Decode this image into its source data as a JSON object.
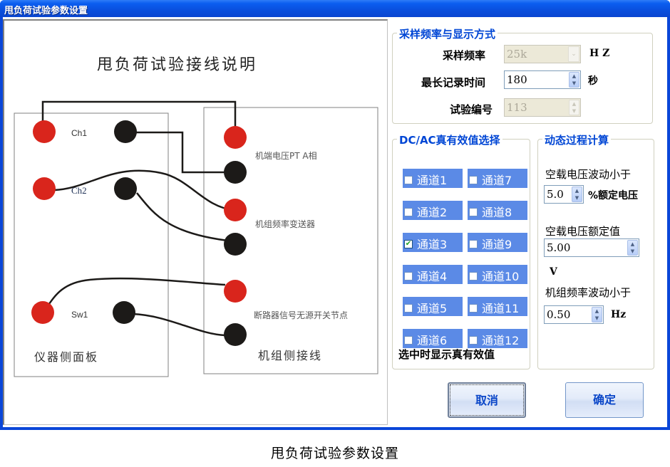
{
  "window": {
    "title": "甩负荷试验参数设置"
  },
  "diagram": {
    "title": "甩负荷试验接线说明",
    "instrument_panel_label": "仪器侧面板",
    "unit_side_label": "机组侧接线",
    "channel_labels": [
      "Ch1",
      "Ch2",
      "Sw1"
    ],
    "terminal_labels": [
      "机端电压PT A相",
      "机组频率变送器",
      "断路器信号无源开关节点"
    ],
    "colors": {
      "positive_terminal": "#d9251c",
      "negative_terminal": "#1c1a18"
    }
  },
  "sampling": {
    "group_title": "采样频率与显示方式",
    "rate_label": "采样频率",
    "rate_value": "25k",
    "rate_unit": "H Z",
    "max_time_label": "最长记录时间",
    "max_time_value": "180",
    "max_time_unit": "秒",
    "test_no_label": "试验编号",
    "test_no_value": "113"
  },
  "rms": {
    "group_title": "DC/AC真有效值选择",
    "channels": [
      {
        "label": "通道1",
        "checked": false
      },
      {
        "label": "通道2",
        "checked": false
      },
      {
        "label": "通道3",
        "checked": true
      },
      {
        "label": "通道4",
        "checked": false
      },
      {
        "label": "通道5",
        "checked": false
      },
      {
        "label": "通道6",
        "checked": false
      },
      {
        "label": "通道7",
        "checked": false
      },
      {
        "label": "通道8",
        "checked": false
      },
      {
        "label": "通道9",
        "checked": false
      },
      {
        "label": "通道10",
        "checked": false
      },
      {
        "label": "通道11",
        "checked": false
      },
      {
        "label": "通道12",
        "checked": false
      }
    ],
    "note": "选中时显示真有效值"
  },
  "dynamic": {
    "group_title": "动态过程计算",
    "noload_fluct_label": "空载电压波动小于",
    "noload_fluct_value": "5.0",
    "noload_fluct_unit": "%额定电压",
    "rated_voltage_label": "空载电压额定值",
    "rated_voltage_value": "5.00",
    "rated_voltage_unit": "V",
    "freq_fluct_label": "机组频率波动小于",
    "freq_fluct_value": "0.50",
    "freq_fluct_unit": "Hz"
  },
  "buttons": {
    "cancel": "取消",
    "ok": "确定"
  },
  "caption": "甩负荷试验参数设置",
  "icons": {
    "spin_up": "▲",
    "spin_down": "▼",
    "dropdown": "⌄",
    "check": "✔"
  }
}
